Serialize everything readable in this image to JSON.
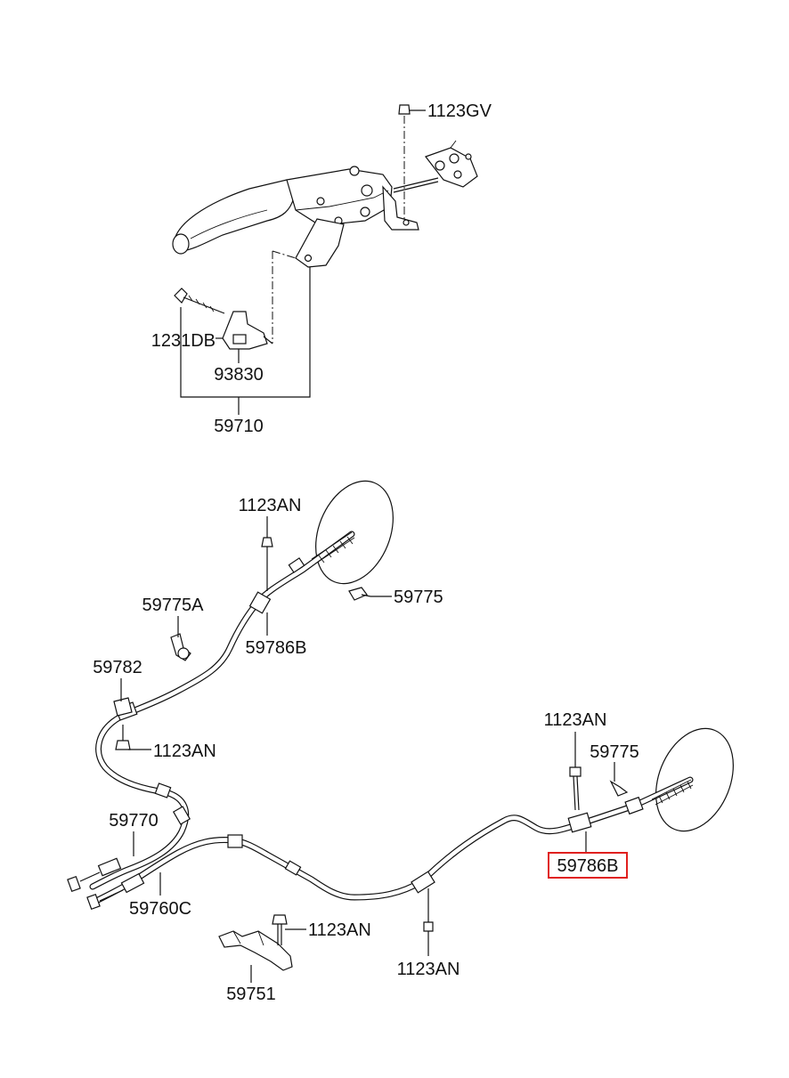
{
  "labels": {
    "p1123gv": "1123GV",
    "p1231db": "1231DB",
    "p93830": "93830",
    "p59710": "59710",
    "p1123an_top": "1123AN",
    "p59775_top": "59775",
    "p59775a": "59775A",
    "p59786b_top": "59786B",
    "p59782": "59782",
    "p1123an_left": "1123AN",
    "p1123an_right": "1123AN",
    "p59775_right": "59775",
    "p59786b_right": "59786B",
    "p59770": "59770",
    "p59760c": "59760C",
    "p1123an_bracket": "1123AN",
    "p1123an_bottom": "1123AN",
    "p59751": "59751"
  },
  "highlight": {
    "part": "59786B",
    "color": "#e0201e"
  }
}
